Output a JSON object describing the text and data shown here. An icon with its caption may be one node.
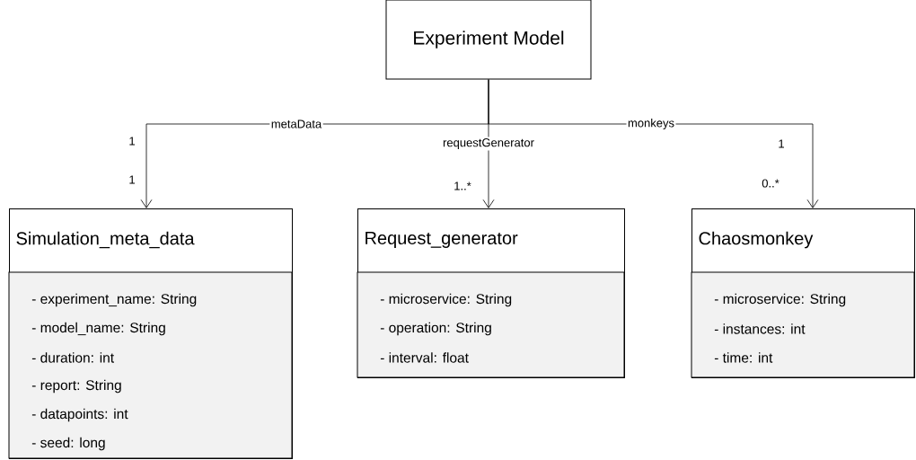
{
  "diagram": {
    "nodes": [
      {
        "text": [
          "Experiment Model"
        ]
      },
      {
        "text": [
          "Simulation_meta_data",
          "- experiment_name: String",
          "- model_name: String",
          "- duration: int",
          "- report: String",
          "- datapoints: int",
          "- seed: long"
        ]
      },
      {
        "text": [
          "Request_generator",
          "- microservice: String",
          "- operation: String",
          "- interval: float"
        ]
      },
      {
        "text": [
          "Chaosmonkey",
          "- microservice: String",
          "- instances: int",
          "- time: int"
        ]
      }
    ],
    "edges": [
      {
        "from": 0,
        "to": 1,
        "arrow": "to",
        "label": "metaData"
      },
      {
        "from": 0,
        "to": 2,
        "arrow": "to",
        "label": "requestGenerator"
      },
      {
        "from": 0,
        "to": 3,
        "arrow": "to",
        "label": "monkeys"
      }
    ],
    "labels": [
      "1",
      "1",
      "1..*",
      "1",
      "0..*"
    ]
  }
}
